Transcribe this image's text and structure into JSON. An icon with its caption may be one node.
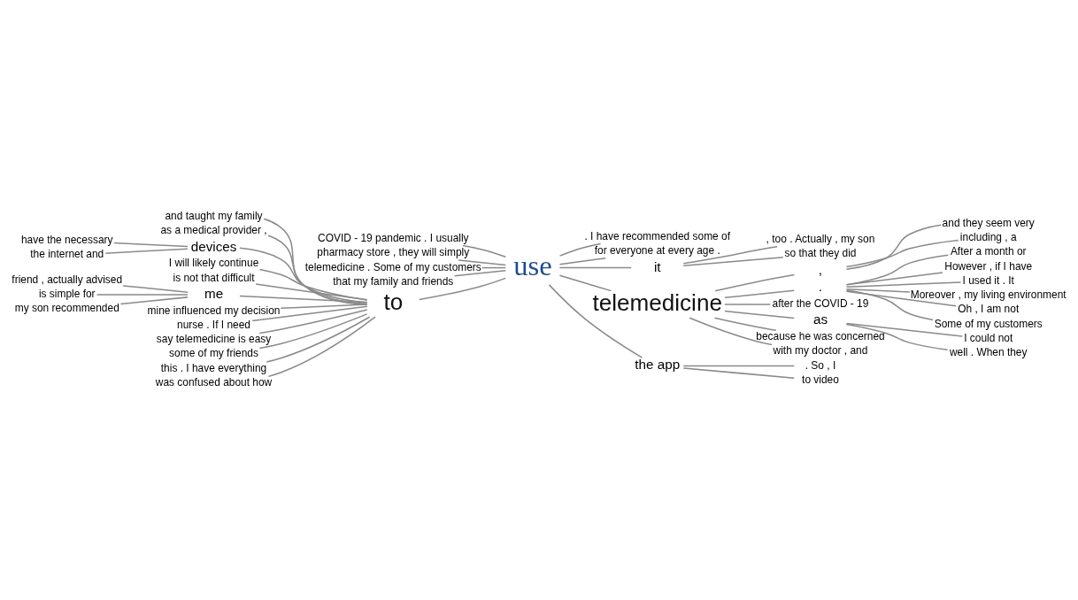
{
  "diagram": {
    "nodes": [
      {
        "text": [
          "use"
        ]
      },
      {
        "text": [
          "COVID - 19 pandemic . I usually"
        ]
      },
      {
        "text": [
          "pharmacy store , they will simply"
        ]
      },
      {
        "text": [
          "telemedicine . Some of my customers"
        ]
      },
      {
        "text": [
          "that my family and friends"
        ]
      },
      {
        "text": [
          "to"
        ]
      },
      {
        "text": [
          "and taught my family"
        ]
      },
      {
        "text": [
          "as a medical provider ,"
        ]
      },
      {
        "text": [
          "devices"
        ]
      },
      {
        "text": [
          "have the necessary"
        ]
      },
      {
        "text": [
          "the internet and"
        ]
      },
      {
        "text": [
          "I will likely continue"
        ]
      },
      {
        "text": [
          "is not that difficult"
        ]
      },
      {
        "text": [
          "me"
        ]
      },
      {
        "text": [
          "friend , actually advised"
        ]
      },
      {
        "text": [
          "is simple for"
        ]
      },
      {
        "text": [
          "my son recommended"
        ]
      },
      {
        "text": [
          "mine influenced my decision"
        ]
      },
      {
        "text": [
          "nurse . If I need"
        ]
      },
      {
        "text": [
          "say telemedicine is easy"
        ]
      },
      {
        "text": [
          "some of my friends"
        ]
      },
      {
        "text": [
          "this . I have everything"
        ]
      },
      {
        "text": [
          "was confused about how"
        ]
      },
      {
        "text": [
          ". I have recommended some of"
        ]
      },
      {
        "text": [
          "for everyone at every age ."
        ]
      },
      {
        "text": [
          "it"
        ]
      },
      {
        "text": [
          ", too . Actually , my son"
        ]
      },
      {
        "text": [
          "so that they did"
        ]
      },
      {
        "text": [
          "telemedicine"
        ]
      },
      {
        "text": [
          ","
        ]
      },
      {
        "text": [
          "and they seem very"
        ]
      },
      {
        "text": [
          "including , a"
        ]
      },
      {
        "text": [
          "."
        ]
      },
      {
        "text": [
          "After a month or"
        ]
      },
      {
        "text": [
          "However , if I have"
        ]
      },
      {
        "text": [
          "I used it . It"
        ]
      },
      {
        "text": [
          "Moreover , my living environment"
        ]
      },
      {
        "text": [
          "Oh , I am not"
        ]
      },
      {
        "text": [
          "Some of my customers"
        ]
      },
      {
        "text": [
          "after the COVID - 19"
        ]
      },
      {
        "text": [
          "as"
        ]
      },
      {
        "text": [
          "I could not"
        ]
      },
      {
        "text": [
          "well . When they"
        ]
      },
      {
        "text": [
          "because he was concerned"
        ]
      },
      {
        "text": [
          "with my doctor , and"
        ]
      },
      {
        "text": [
          "the app"
        ]
      },
      {
        "text": [
          ". So , I"
        ]
      },
      {
        "text": [
          "to video"
        ]
      }
    ],
    "edges": [
      {
        "from": 0,
        "to": 1,
        "arrow": "none"
      },
      {
        "from": 0,
        "to": 2,
        "arrow": "none"
      },
      {
        "from": 0,
        "to": 3,
        "arrow": "none"
      },
      {
        "from": 0,
        "to": 4,
        "arrow": "none"
      },
      {
        "from": 0,
        "to": 5,
        "arrow": "none"
      },
      {
        "from": 5,
        "to": 6,
        "arrow": "none"
      },
      {
        "from": 5,
        "to": 7,
        "arrow": "none"
      },
      {
        "from": 5,
        "to": 8,
        "arrow": "none"
      },
      {
        "from": 8,
        "to": 9,
        "arrow": "none"
      },
      {
        "from": 8,
        "to": 10,
        "arrow": "none"
      },
      {
        "from": 5,
        "to": 11,
        "arrow": "none"
      },
      {
        "from": 5,
        "to": 12,
        "arrow": "none"
      },
      {
        "from": 5,
        "to": 13,
        "arrow": "none"
      },
      {
        "from": 13,
        "to": 14,
        "arrow": "none"
      },
      {
        "from": 13,
        "to": 15,
        "arrow": "none"
      },
      {
        "from": 13,
        "to": 16,
        "arrow": "none"
      },
      {
        "from": 5,
        "to": 17,
        "arrow": "none"
      },
      {
        "from": 5,
        "to": 18,
        "arrow": "none"
      },
      {
        "from": 5,
        "to": 19,
        "arrow": "none"
      },
      {
        "from": 5,
        "to": 20,
        "arrow": "none"
      },
      {
        "from": 5,
        "to": 21,
        "arrow": "none"
      },
      {
        "from": 5,
        "to": 22,
        "arrow": "none"
      },
      {
        "from": 0,
        "to": 23,
        "arrow": "none"
      },
      {
        "from": 0,
        "to": 24,
        "arrow": "none"
      },
      {
        "from": 0,
        "to": 25,
        "arrow": "none"
      },
      {
        "from": 25,
        "to": 26,
        "arrow": "none"
      },
      {
        "from": 25,
        "to": 27,
        "arrow": "none"
      },
      {
        "from": 0,
        "to": 28,
        "arrow": "none"
      },
      {
        "from": 28,
        "to": 29,
        "arrow": "none"
      },
      {
        "from": 29,
        "to": 30,
        "arrow": "none"
      },
      {
        "from": 29,
        "to": 31,
        "arrow": "none"
      },
      {
        "from": 28,
        "to": 32,
        "arrow": "none"
      },
      {
        "from": 32,
        "to": 33,
        "arrow": "none"
      },
      {
        "from": 32,
        "to": 34,
        "arrow": "none"
      },
      {
        "from": 32,
        "to": 35,
        "arrow": "none"
      },
      {
        "from": 32,
        "to": 36,
        "arrow": "none"
      },
      {
        "from": 32,
        "to": 37,
        "arrow": "none"
      },
      {
        "from": 32,
        "to": 38,
        "arrow": "none"
      },
      {
        "from": 28,
        "to": 39,
        "arrow": "none"
      },
      {
        "from": 28,
        "to": 40,
        "arrow": "none"
      },
      {
        "from": 40,
        "to": 41,
        "arrow": "none"
      },
      {
        "from": 40,
        "to": 42,
        "arrow": "none"
      },
      {
        "from": 28,
        "to": 43,
        "arrow": "none"
      },
      {
        "from": 28,
        "to": 44,
        "arrow": "none"
      },
      {
        "from": 0,
        "to": 45,
        "arrow": "none"
      },
      {
        "from": 45,
        "to": 46,
        "arrow": "none"
      },
      {
        "from": 45,
        "to": 47,
        "arrow": "none"
      }
    ]
  }
}
